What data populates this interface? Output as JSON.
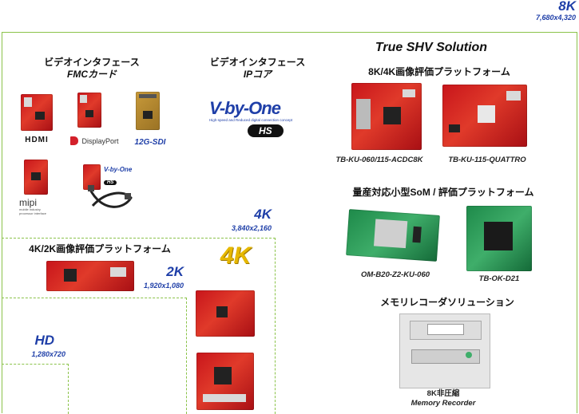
{
  "tiers": {
    "k8": {
      "label": "8K",
      "res": "7,680x4,320"
    },
    "k4": {
      "label": "4K",
      "res": "3,840x2,160"
    },
    "k2": {
      "label": "2K",
      "res": "1,920x1,080"
    },
    "hd": {
      "label": "HD",
      "res": "1,280x720"
    }
  },
  "sections": {
    "fmc": {
      "line1": "ビデオインタフェース",
      "line2": "FMCカード"
    },
    "ip": {
      "line1": "ビデオインタフェース",
      "line2": "IPコア"
    },
    "shv": "True SHV Solution",
    "eval84": "8K/4K画像評価プラットフォーム",
    "som": "量産対応小型SoM / 評価プラットフォーム",
    "memrec": "メモリレコーダソリューション",
    "eval42": "4K/2K画像評価プラットフォーム"
  },
  "logos": {
    "hdmi": "HDMI",
    "displayport": "DisplayPort",
    "sdi": "12G-SDI",
    "mipi": "mipi",
    "mipi_sub": "mobile industry processor interface",
    "vbyone": "V-by-One",
    "vbyone_hs": "HS",
    "vbyone_small": "V-by-One",
    "vbyone_small_hs": "HS",
    "vbyone_tagline": "High-speed and Reduced digital connection concept",
    "badge4k": "4K"
  },
  "products": {
    "acdc8k": "TB-KU-060/115-ACDC8K",
    "quattro": "TB-KU-115-QUATTRO",
    "som": "OM-B20-Z2-KU-060",
    "d21": "TB-OK-D21",
    "recorder_line1": "8K非圧縮",
    "recorder_line2": "Memory Recorder"
  },
  "colors": {
    "frame": "#8bc34a",
    "tier_text": "#1f3fa8",
    "board_red": "#c8151b",
    "board_green": "#1e8a4a"
  }
}
